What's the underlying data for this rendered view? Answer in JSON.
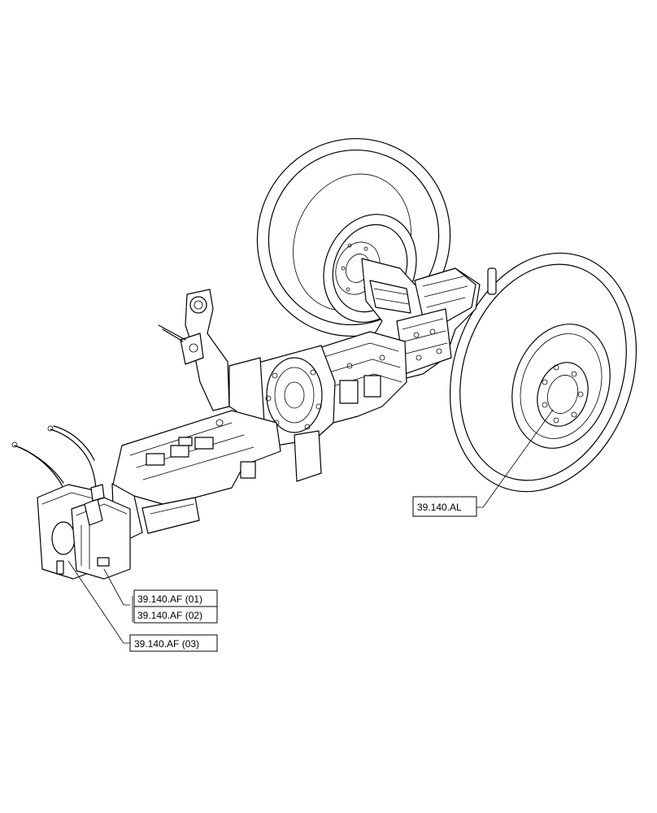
{
  "callouts": {
    "rear_wheel": "39.140.AL",
    "ballast_1": "39.140.AF (01)",
    "ballast_2": "39.140.AF (02)",
    "ballast_3": "39.140.AF (03)"
  }
}
